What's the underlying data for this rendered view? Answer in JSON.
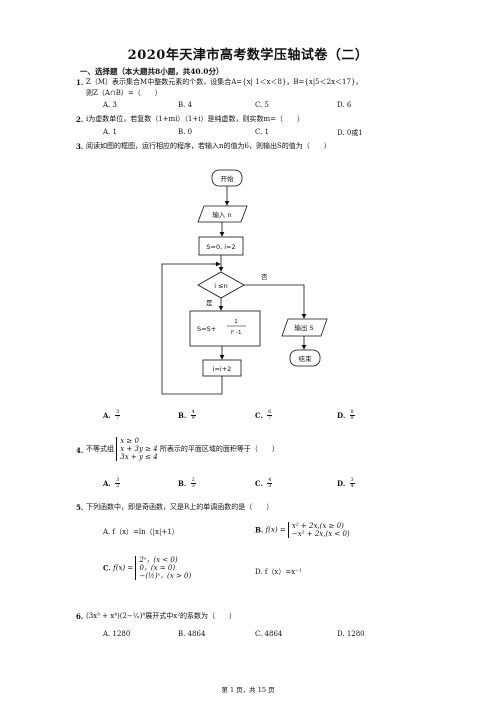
{
  "title": "2020年天津市高考数学压轴试卷（二）",
  "section": "一、选择题（本大题共8小题，共40.0分）",
  "q1": {
    "num": "1.",
    "line1": "Z（M）表示集合M中整数元素的个数，设集合A={x| 1＜x＜8}，B={x|5＜2x＜17}，",
    "line2": "则Z（A∩B）=（　　）",
    "options": [
      "A. 3",
      "B. 4",
      "C. 5",
      "D. 6"
    ]
  },
  "q2": {
    "num": "2.",
    "text": "i为虚数单位，若复数（1+mi）（1+i）是纯虚数，则实数m=（　　）",
    "options": [
      "A. 1",
      "B. 0",
      "C. 1",
      "D. 0或1"
    ]
  },
  "q3": {
    "num": "3.",
    "text": "阅读如图的框图，运行相应的程序，若输入n的值为6，则输出S的值为（　　）",
    "flow": {
      "start": "开始",
      "input": "输入 n",
      "init": "S=0, i=2",
      "cond": "i ≤n",
      "no": "否",
      "yes": "是",
      "update_s_prefix": "S=S+",
      "update_s_num": "1",
      "update_s_den": "i² -1",
      "output": "输出 S",
      "end": "结束",
      "update_i": "i=i+2"
    },
    "options": [
      {
        "label": "A.",
        "num": "3",
        "den": "7"
      },
      {
        "label": "B.",
        "num": "4",
        "den": "9"
      },
      {
        "label": "C.",
        "num": "6",
        "den": "7"
      },
      {
        "label": "D.",
        "num": "8",
        "den": "9"
      }
    ]
  },
  "q4": {
    "num": "4.",
    "prefix": "不等式组",
    "system": [
      "x ≥ 0",
      "x + 3y ≥ 4",
      "3x + y ≤ 4"
    ],
    "suffix": "所表示的平面区域的面积等于（　　）",
    "options": [
      {
        "label": "A.",
        "num": "3",
        "den": "2"
      },
      {
        "label": "B.",
        "num": "2",
        "den": "3"
      },
      {
        "label": "C.",
        "num": "4",
        "den": "3"
      },
      {
        "label": "D.",
        "num": "3",
        "den": "4"
      }
    ]
  },
  "q5": {
    "num": "5.",
    "text": "下列函数中，即是奇函数，又是R上的单调函数的是（　　）",
    "optA": "A. f（x）=ln（|x|+1）",
    "optB_label": "B.",
    "optB_lhs": "f(x) =",
    "optB_cases": [
      "x² + 2x,(x ≥ 0)",
      "−x² + 2x,(x < 0)"
    ],
    "optC_label": "C.",
    "optC_lhs": "f(x) =",
    "optC_cases": [
      "2ˣ，(x < 0)",
      "0，(x = 0)",
      "−(½)ˣ，(x > 0)"
    ],
    "optD": "D. f（x）=x⁻¹"
  },
  "q6": {
    "num": "6.",
    "text": "(3x³ + x⁴)(2−¹⁄ₓ)⁸展开式中x²的系数为（　　）",
    "options": [
      "A. 1280",
      "B. 4864",
      "C. 4864",
      "D. 1280"
    ]
  },
  "footer": "第 1 页，共 15 页"
}
